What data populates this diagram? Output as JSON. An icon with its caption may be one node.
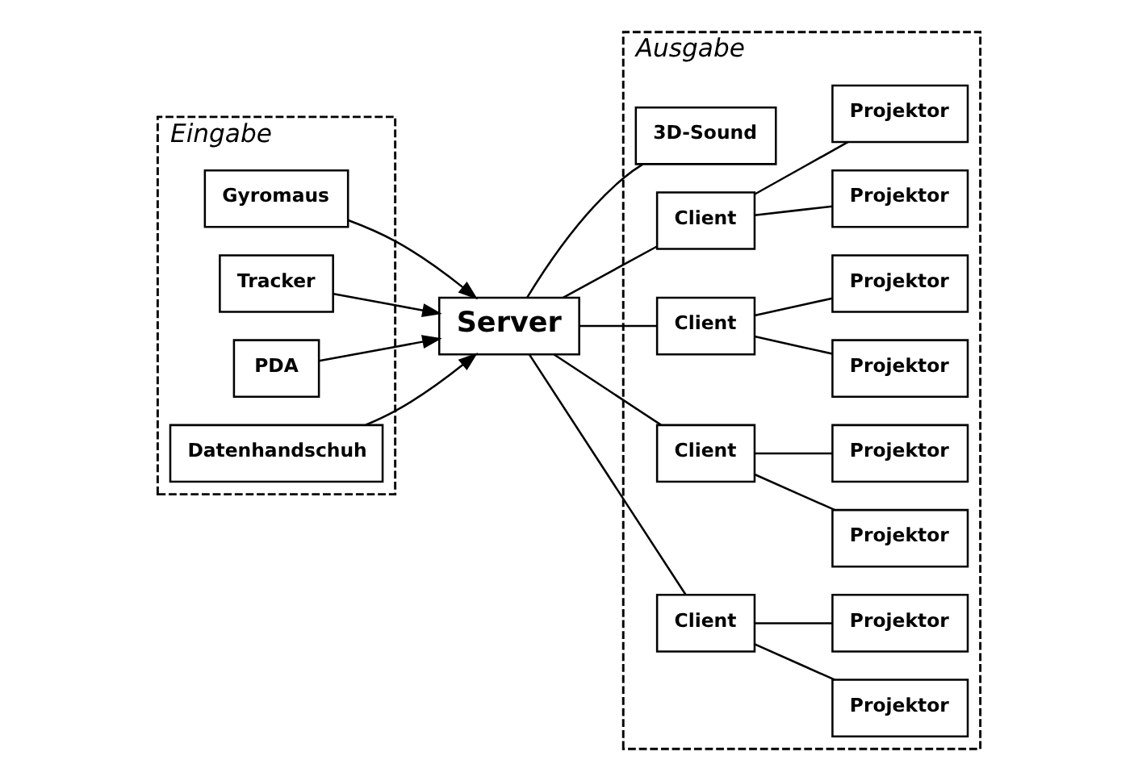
{
  "diagram": {
    "nodes": [
      {
        "text": [
          "Ausgabe"
        ]
      },
      {
        "text": [
          "Eingabe"
        ]
      },
      {
        "text": [
          "3D-Sound"
        ],
        "in": 0
      },
      {
        "text": [
          "Gyromaus"
        ],
        "in": 1
      },
      {
        "text": [
          "Tracker"
        ],
        "in": 1
      },
      {
        "text": [
          "PDA"
        ],
        "in": 1
      },
      {
        "text": [
          "Datenhandschuh"
        ],
        "in": 1
      },
      {
        "text": [
          "Server"
        ]
      },
      {
        "text": [
          "Client"
        ],
        "in": 0
      },
      {
        "text": [
          "Client"
        ],
        "in": 0
      },
      {
        "text": [
          "Client"
        ],
        "in": 0
      },
      {
        "text": [
          "Client"
        ],
        "in": 0
      },
      {
        "text": [
          "Projektor"
        ],
        "in": 0
      },
      {
        "text": [
          "Projektor"
        ],
        "in": 0
      },
      {
        "text": [
          "Projektor"
        ],
        "in": 0
      },
      {
        "text": [
          "Projektor"
        ],
        "in": 0
      },
      {
        "text": [
          "Projektor"
        ],
        "in": 0
      },
      {
        "text": [
          "Projektor"
        ],
        "in": 0
      },
      {
        "text": [
          "Projektor"
        ],
        "in": 0
      },
      {
        "text": [
          "Projektor"
        ],
        "in": 0
      }
    ],
    "edges": [
      {
        "from": 3,
        "to": 7,
        "arrow": "to"
      },
      {
        "from": 4,
        "to": 7,
        "arrow": "to"
      },
      {
        "from": 5,
        "to": 7,
        "arrow": "to"
      },
      {
        "from": 6,
        "to": 7,
        "arrow": "to"
      },
      {
        "from": 7,
        "to": 2,
        "arrow": "none"
      },
      {
        "from": 7,
        "to": 8,
        "arrow": "none"
      },
      {
        "from": 7,
        "to": 9,
        "arrow": "none"
      },
      {
        "from": 7,
        "to": 10,
        "arrow": "none"
      },
      {
        "from": 7,
        "to": 11,
        "arrow": "none"
      },
      {
        "from": 8,
        "to": 12,
        "arrow": "none"
      },
      {
        "from": 8,
        "to": 13,
        "arrow": "none"
      },
      {
        "from": 9,
        "to": 14,
        "arrow": "none"
      },
      {
        "from": 9,
        "to": 15,
        "arrow": "none"
      },
      {
        "from": 10,
        "to": 16,
        "arrow": "none"
      },
      {
        "from": 10,
        "to": 17,
        "arrow": "none"
      },
      {
        "from": 11,
        "to": 18,
        "arrow": "none"
      },
      {
        "from": 11,
        "to": 19,
        "arrow": "none"
      }
    ]
  }
}
